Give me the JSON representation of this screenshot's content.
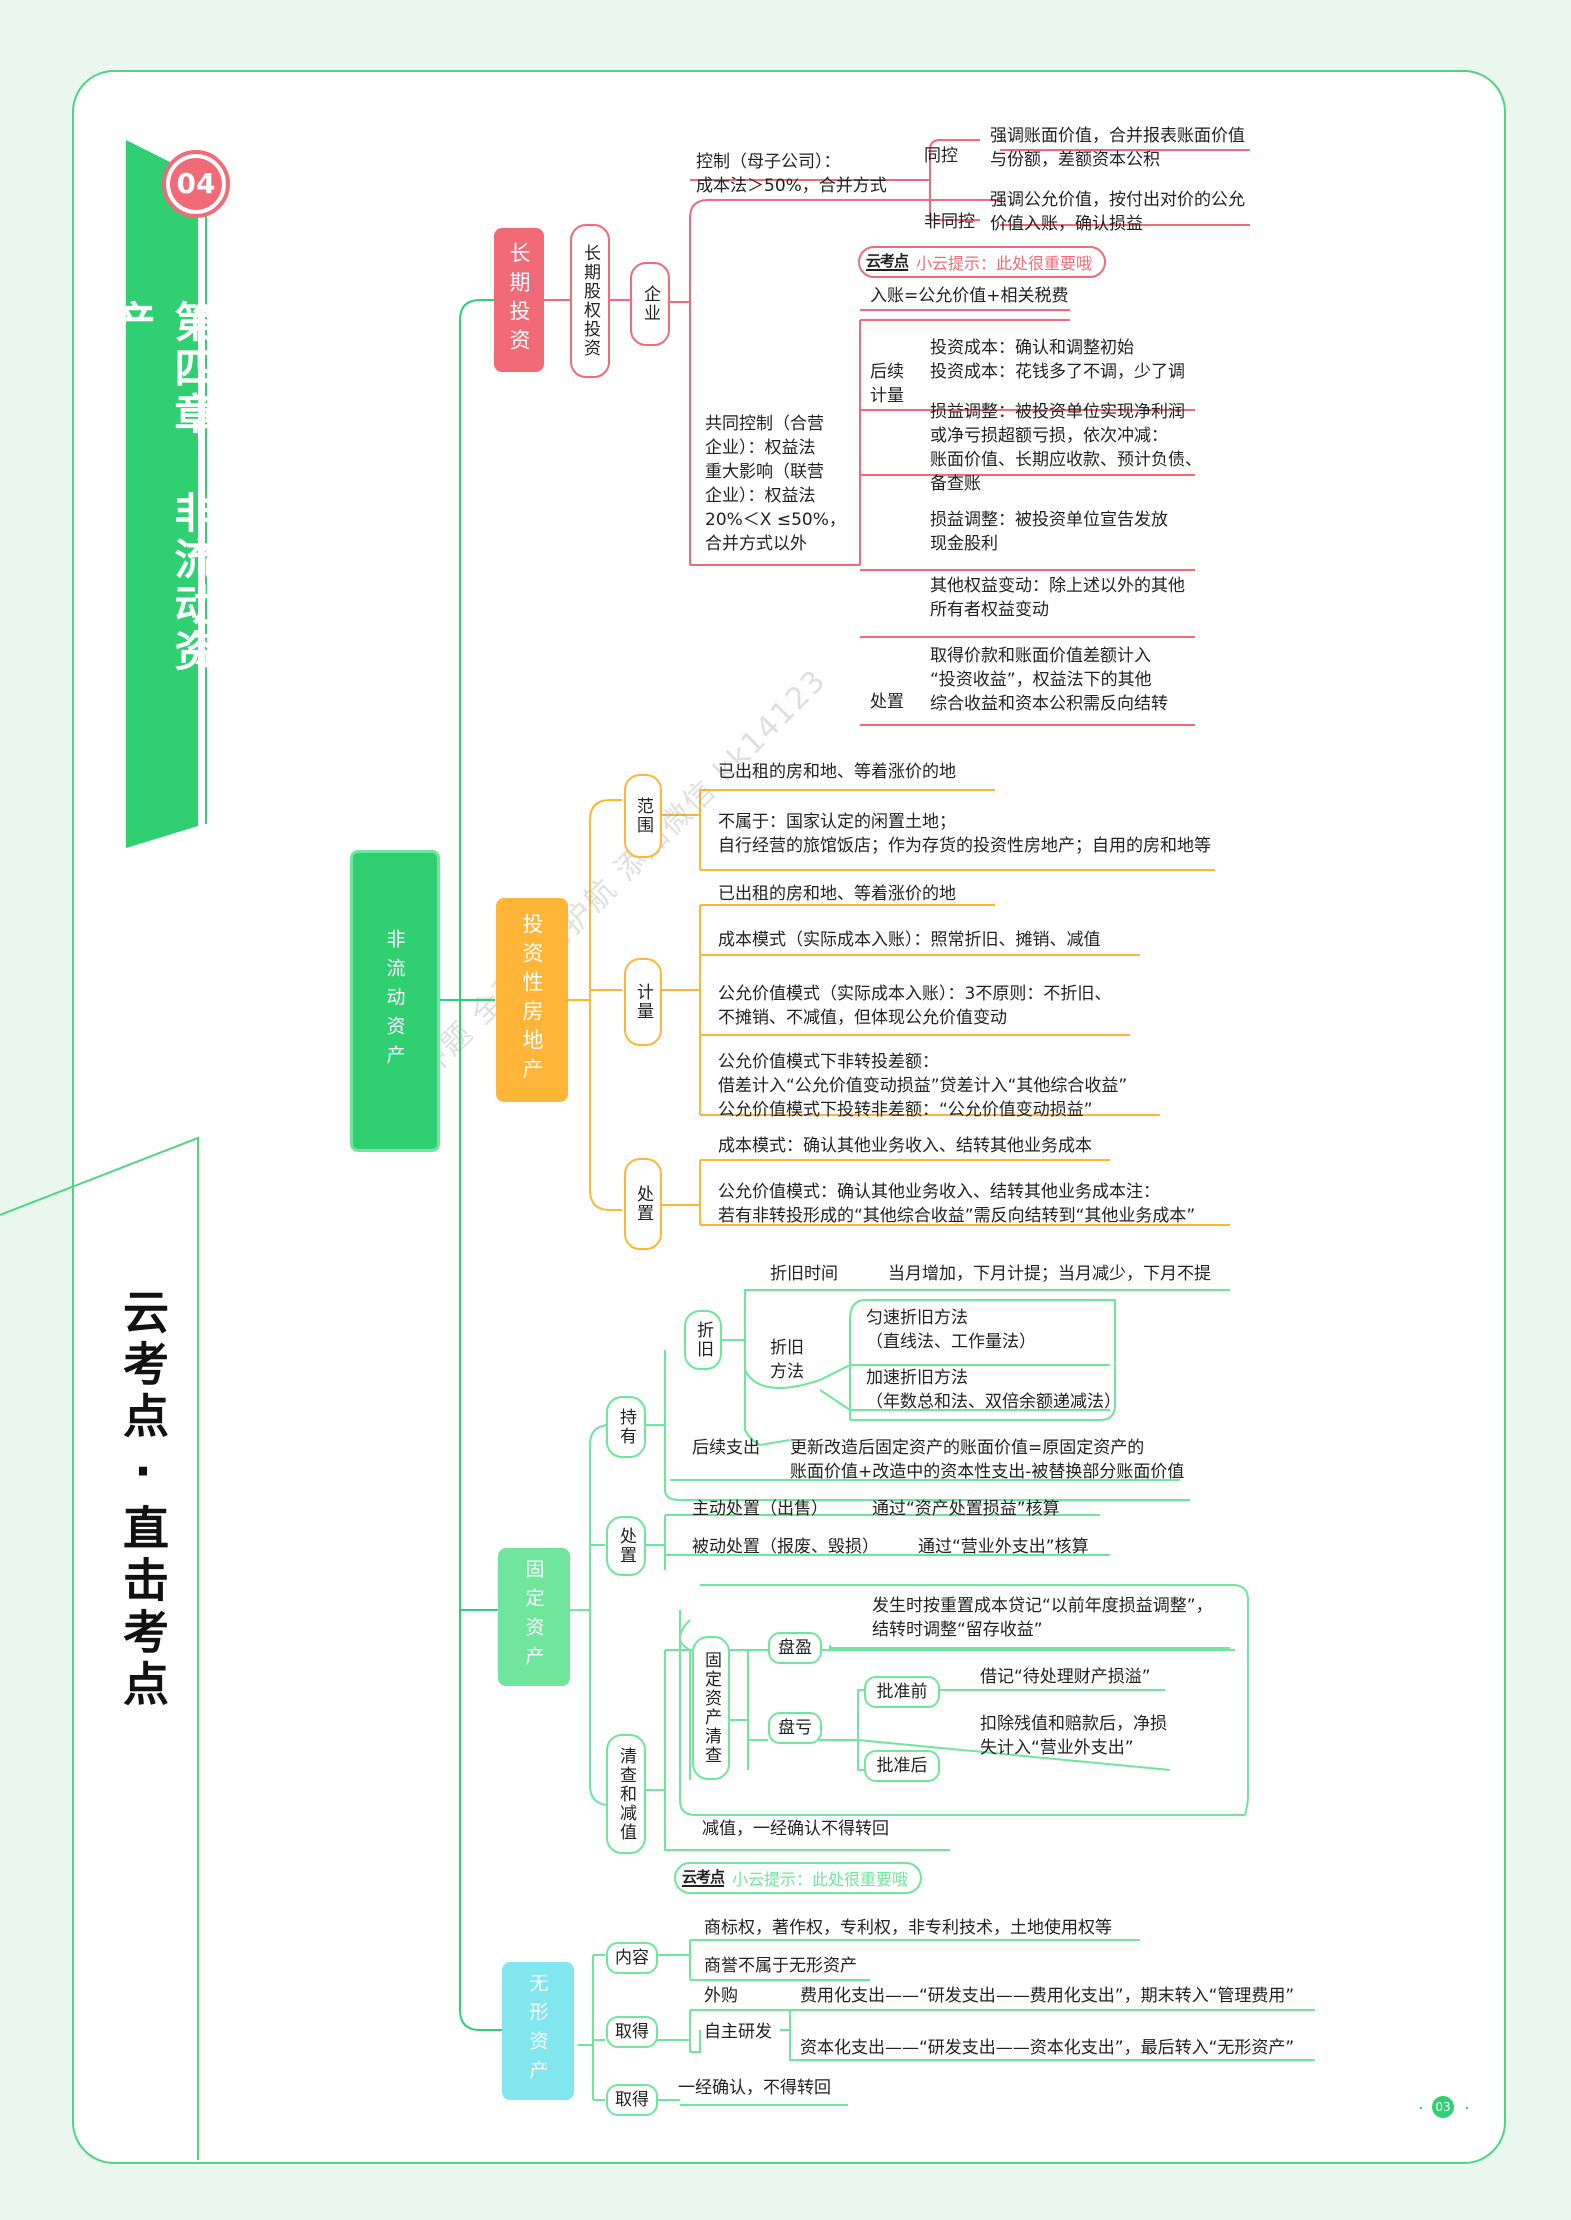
{
  "colors": {
    "green": "#2fcf72",
    "red": "#f16a78",
    "orange": "#ffb638",
    "mint": "#6fe69b",
    "cyan": "#82e6ef"
  },
  "chapter": {
    "badge": "04",
    "title": "第四章 非流动资产"
  },
  "brand": "云考点·直击考点",
  "watermark": "精准押题 全程保驾护航 添加微信 kk14123",
  "page_number": "03",
  "root": "非流动资产",
  "tip": {
    "logo": "云考点",
    "text": "小云提示：此处很重要哦"
  },
  "long_term": {
    "label": "长期投资",
    "equity": "长期股权投资",
    "enterprise": "企业",
    "control": "控制（母子公司）：\n成本法＞50%，合并方式",
    "same_control": "同控",
    "same_control_text": "强调账面价值，合并报表账面价值\n与份额，差额资本公积",
    "non_same_control": "非同控",
    "non_same_control_text": "强调公允价值，按付出对价的公允\n价值入账，确认损益",
    "joint": "共同控制（合营\n企业）：权益法\n重大影响（联营\n企业）：权益法\n20%＜X ≤50%，\n合并方式以外",
    "entry": "入账=公允价值+相关税费",
    "subsequent": "后续\n计量",
    "sub1": "投资成本：确认和调整初始\n投资成本：花钱多了不调，少了调",
    "sub2": "损益调整：被投资单位实现净利润\n或净亏损超额亏损，依次冲减：\n账面价值、长期应收款、预计负债、\n备查账",
    "sub3": "损益调整：被投资单位宣告发放\n现金股利",
    "sub4": "其他权益变动：除上述以外的其他\n所有者权益变动",
    "disposal": "处置",
    "disposal_text": "取得价款和账面价值差额计入\n“投资收益”，权益法下的其他\n综合收益和资本公积需反向结转"
  },
  "property": {
    "label": "投资性房地产",
    "scope": "范围",
    "scope1": "已出租的房和地、等着涨价的地",
    "scope2": "不属于：国家认定的闲置土地；\n自行经营的旅馆饭店；作为存货的投资性房地产；自用的房和地等",
    "measure": "计量",
    "m1": "已出租的房和地、等着涨价的地",
    "m2": "成本模式（实际成本入账）：照常折旧、摊销、减值",
    "m3": "公允价值模式（实际成本入账）：3不原则：不折旧、\n不摊销、不减值，但体现公允价值变动",
    "m4": "公允价值模式下非转投差额：\n借差计入“公允价值变动损益”贷差计入“其他综合收益”\n公允价值模式下投转非差额：“公允价值变动损益”",
    "disposal": "处置",
    "d1": "成本模式：确认其他业务收入、结转其他业务成本",
    "d2": "公允价值模式：确认其他业务收入、结转其他业务成本注：\n若有非转投形成的“其他综合收益”需反向结转到“其他业务成本”"
  },
  "fixed": {
    "label": "固定资产",
    "hold": "持有",
    "depreciation": "折旧",
    "dep_time": "折旧时间",
    "dep_time_text": "当月增加，下月计提；当月减少，下月不提",
    "dep_method": "折旧\n方法",
    "straight": "匀速折旧方法\n（直线法、工作量法）",
    "accelerated": "加速折旧方法\n（年数总和法、双倍余额递减法）",
    "follow": "后续支出",
    "follow_text": "更新改造后固定资产的账面价值=原固定资产的\n账面价值+改造中的资本性支出-被替换部分账面价值",
    "disposal": "处置",
    "active": "主动处置（出售）",
    "active_text": "通过“资产处置损益”核算",
    "passive": "被动处置（报废、毁损）",
    "passive_text": "通过“营业外支出”核算",
    "check": "清查和减值",
    "fa_check": "固定资产清查",
    "surplus": "盘盈",
    "surplus_text": "发生时按重置成本贷记“以前年度损益调整”，\n结转时调整“留存收益”",
    "loss": "盘亏",
    "before": "批准前",
    "before_text": "借记“待处理财产损溢”",
    "after": "批准后",
    "after_text": "扣除残值和赔款后，净损\n失计入“营业外支出”",
    "impair": "减值，一经确认不得转回"
  },
  "intangible": {
    "label": "无形资产",
    "content": "内容",
    "c1": "商标权，著作权，专利权，非专利技术，土地使用权等",
    "c2": "商誉不属于无形资产",
    "acquire": "取得",
    "purchase": "外购",
    "rd": "自主研发",
    "rd1": "费用化支出——“研发支出——费用化支出”，期末转入“管理费用”",
    "rd2": "资本化支出——“研发支出——资本化支出”，最后转入“无形资产”",
    "acquire2": "取得",
    "final": "一经确认，不得转回"
  }
}
